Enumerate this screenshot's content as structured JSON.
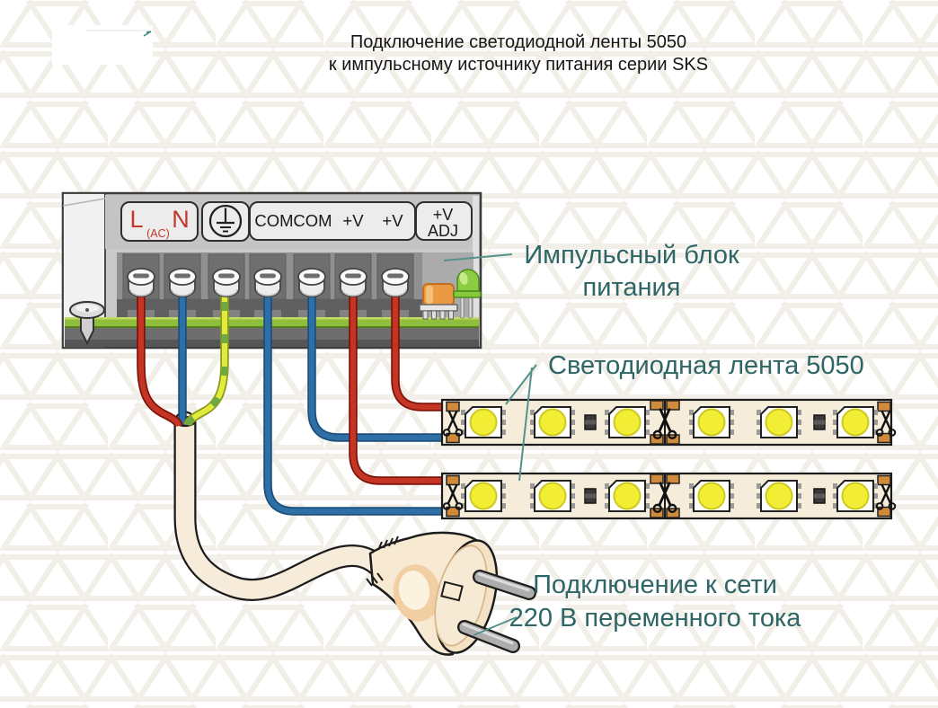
{
  "title": {
    "line1": "Подключение светодиодной ленты 5050",
    "line2": "к импульсному источнику питания серии SKS"
  },
  "psu": {
    "plate_ln": {
      "l": "L",
      "ac": "(AC)",
      "n": "N"
    },
    "plate_out": {
      "com1": "COM",
      "com2": "COM",
      "v1": "+V",
      "v2": "+V"
    },
    "plate_adj": {
      "line1": "+V",
      "line2": "ADJ"
    },
    "label": {
      "line1": "Импульсный блок",
      "line2": "питания"
    }
  },
  "led_strip": {
    "label": "Светодиодная лента 5050",
    "strip_count": 2,
    "leds_per_strip": 6
  },
  "mains": {
    "label": {
      "line1": "Подключение к сети",
      "line2": "220 В переменного тока"
    }
  },
  "colors": {
    "wire_live_red": "#c53526",
    "wire_neutral_blue": "#2e6fa6",
    "wire_ground_yellow": "#e3ea3e",
    "wire_ground_green": "#6aa944",
    "label_teal": "#2e6565",
    "leader_teal": "#55918c",
    "terminal_text_red": "#c0392b",
    "psu_case_gray": "#c9c9c9",
    "pcb_green": "#8fbe3c",
    "strip_cream": "#f5ecd9",
    "led_yellow": "#f2ee35",
    "pad_copper": "#d08a3c",
    "plug_cream": "#f7e9d2"
  }
}
